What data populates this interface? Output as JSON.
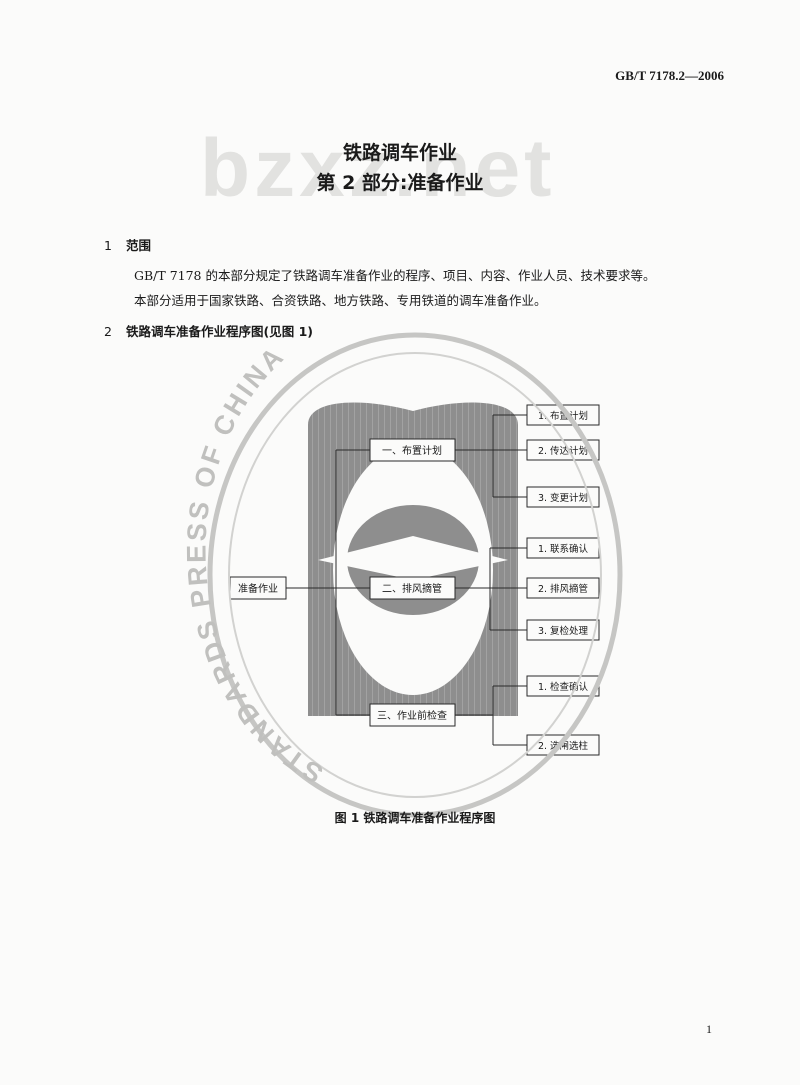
{
  "header": {
    "standard_code": "GB/T 7178.2—2006"
  },
  "watermark": {
    "text": "bzxz.net"
  },
  "stamp": {
    "text": "STANDARDS PRESS OF CHINA"
  },
  "title": {
    "line1": "铁路调车作业",
    "line2": "第 2 部分:准备作业"
  },
  "sections": [
    {
      "number": "1",
      "heading": "范围",
      "paragraphs": [
        "GB/T 7178 的本部分规定了铁路调车准备作业的程序、项目、内容、作业人员、技术要求等。",
        "本部分适用于国家铁路、合资铁路、地方铁路、专用铁道的调车准备作业。"
      ]
    },
    {
      "number": "2",
      "heading": "铁路调车准备作业程序图(见图 1)"
    }
  ],
  "diagram": {
    "root": "准备作业",
    "groups": [
      {
        "label": "一、布置计划",
        "items": [
          "1. 布置计划",
          "2. 传达计划",
          "3. 变更计划"
        ]
      },
      {
        "label": "二、排风摘管",
        "items": [
          "1. 联系确认",
          "2. 排风摘管",
          "3. 复检处理"
        ]
      },
      {
        "label": "三、作业前检查",
        "items": [
          "1. 检查确认",
          "2. 选闸选柱"
        ]
      }
    ]
  },
  "figure": {
    "caption": "图 1  铁路调车准备作业程序图"
  },
  "footer": {
    "page_number": "1"
  }
}
